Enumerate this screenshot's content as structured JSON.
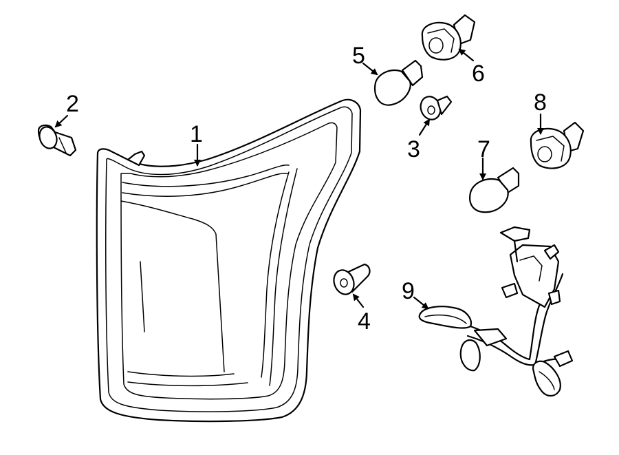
{
  "callouts": [
    {
      "id": "1",
      "label": "1",
      "part": "tail-lamp-assembly"
    },
    {
      "id": "2",
      "label": "2",
      "part": "push-pin-fastener"
    },
    {
      "id": "3",
      "label": "3",
      "part": "small-push-pin"
    },
    {
      "id": "4",
      "label": "4",
      "part": "mounting-stud"
    },
    {
      "id": "5",
      "label": "5",
      "part": "bulb"
    },
    {
      "id": "6",
      "label": "6",
      "part": "bulb-socket"
    },
    {
      "id": "7",
      "label": "7",
      "part": "bulb"
    },
    {
      "id": "8",
      "label": "8",
      "part": "bulb-socket"
    },
    {
      "id": "9",
      "label": "9",
      "part": "wiring-harness"
    }
  ],
  "colors": {
    "line": "#000000",
    "background": "#ffffff"
  }
}
